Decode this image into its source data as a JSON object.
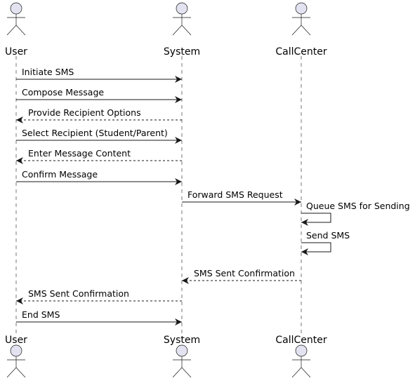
{
  "diagram": {
    "type": "sequence",
    "participants": [
      {
        "id": "user",
        "name": "User"
      },
      {
        "id": "system",
        "name": "System"
      },
      {
        "id": "callcenter",
        "name": "CallCenter"
      }
    ],
    "messages": [
      {
        "from": "user",
        "to": "system",
        "label": "Initiate SMS",
        "style": "solid"
      },
      {
        "from": "user",
        "to": "system",
        "label": "Compose Message",
        "style": "solid"
      },
      {
        "from": "system",
        "to": "user",
        "label": "Provide Recipient Options",
        "style": "dashed"
      },
      {
        "from": "user",
        "to": "system",
        "label": "Select Recipient (Student/Parent)",
        "style": "solid"
      },
      {
        "from": "system",
        "to": "user",
        "label": "Enter Message Content",
        "style": "dashed"
      },
      {
        "from": "user",
        "to": "system",
        "label": "Confirm Message",
        "style": "solid"
      },
      {
        "from": "system",
        "to": "callcenter",
        "label": "Forward SMS Request",
        "style": "solid"
      },
      {
        "from": "callcenter",
        "to": "callcenter",
        "label": "Queue SMS for Sending",
        "style": "solid"
      },
      {
        "from": "callcenter",
        "to": "callcenter",
        "label": "Send SMS",
        "style": "solid"
      },
      {
        "from": "callcenter",
        "to": "system",
        "label": "SMS Sent Confirmation",
        "style": "dashed"
      },
      {
        "from": "system",
        "to": "user",
        "label": "SMS Sent Confirmation",
        "style": "dashed"
      },
      {
        "from": "user",
        "to": "system",
        "label": "End SMS",
        "style": "solid"
      }
    ],
    "colors": {
      "actor_fill": "#E2E2F0",
      "actor_stroke": "#181818",
      "line": "#181818",
      "lifeline": "#181818"
    }
  }
}
